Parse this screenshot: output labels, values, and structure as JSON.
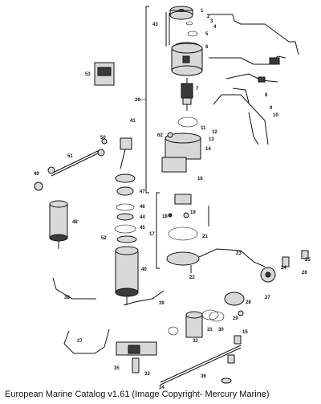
{
  "caption": "European Marine Catalog v1.61 (Image Copyright- Mercury Marine)",
  "callouts": [
    "1",
    "2",
    "3",
    "4",
    "5",
    "6",
    "7",
    "8",
    "9",
    "10",
    "11",
    "12",
    "13",
    "14",
    "15",
    "16",
    "17",
    "18",
    "19",
    "20",
    "21",
    "22",
    "23",
    "24",
    "25",
    "26",
    "27",
    "28",
    "29",
    "30",
    "31",
    "32",
    "33",
    "34",
    "35",
    "36",
    "37",
    "38",
    "39",
    "40",
    "41",
    "43",
    "44",
    "45",
    "46",
    "47",
    "48",
    "49",
    "50",
    "51",
    "52",
    "53",
    "62"
  ]
}
